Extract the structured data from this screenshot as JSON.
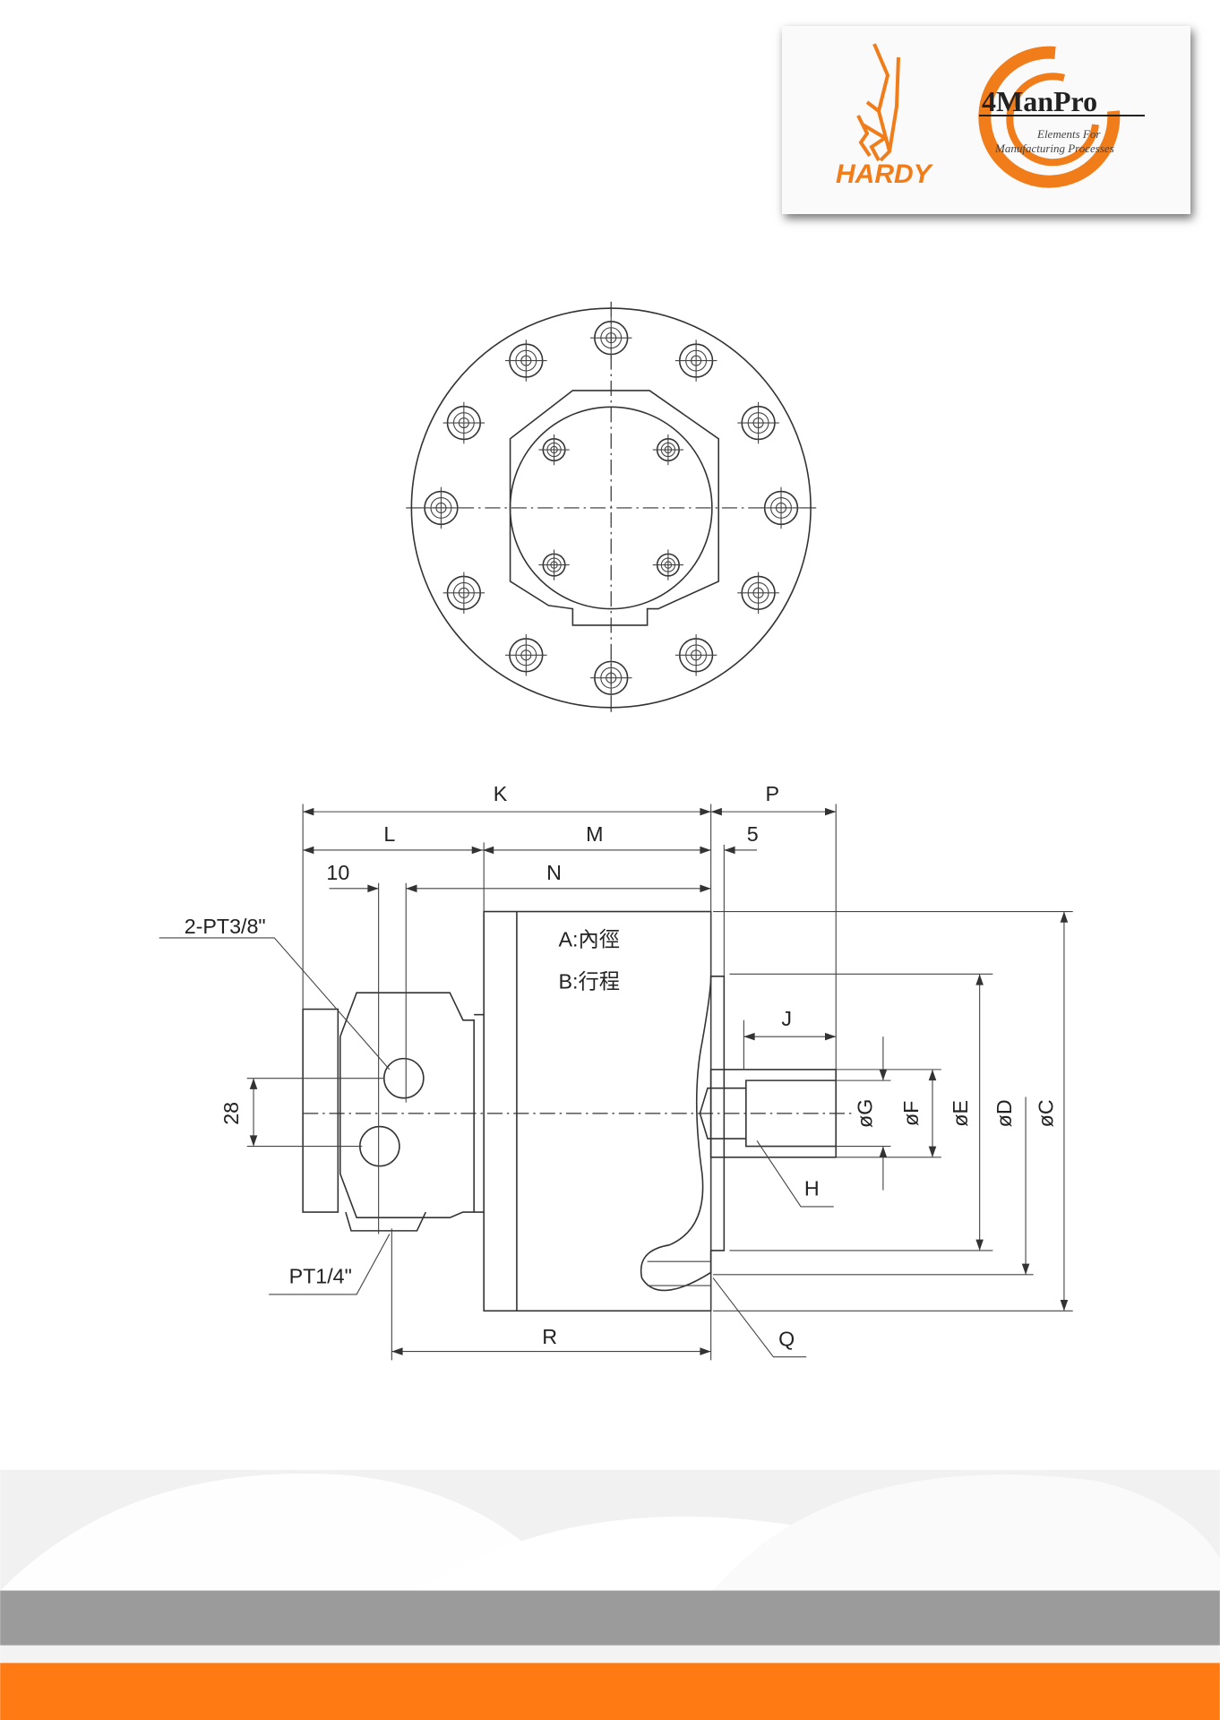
{
  "logo": {
    "brand1": "HARDY",
    "brand2": "4ManPro",
    "tagline1": "Elements For",
    "tagline2": "Manufacturing Processes",
    "accent": "#f07d1a"
  },
  "drawing": {
    "dimensions": {
      "K": "K",
      "P": "P",
      "L": "L",
      "M": "M",
      "five": "5",
      "ten": "10",
      "N": "N",
      "J": "J",
      "G": "øG",
      "F": "øF",
      "E": "øE",
      "D": "øD",
      "C": "øC",
      "H": "H",
      "Q": "Q",
      "R": "R",
      "twentyeight": "28"
    },
    "callouts": {
      "port_main": "2-PT3/8\"",
      "port_small": "PT1/4\""
    },
    "notes": {
      "a": "A:內徑",
      "b": "B:行程"
    }
  },
  "footer": {
    "bar_gray": "#9b9b9b",
    "bar_orange": "#ff7a12"
  }
}
